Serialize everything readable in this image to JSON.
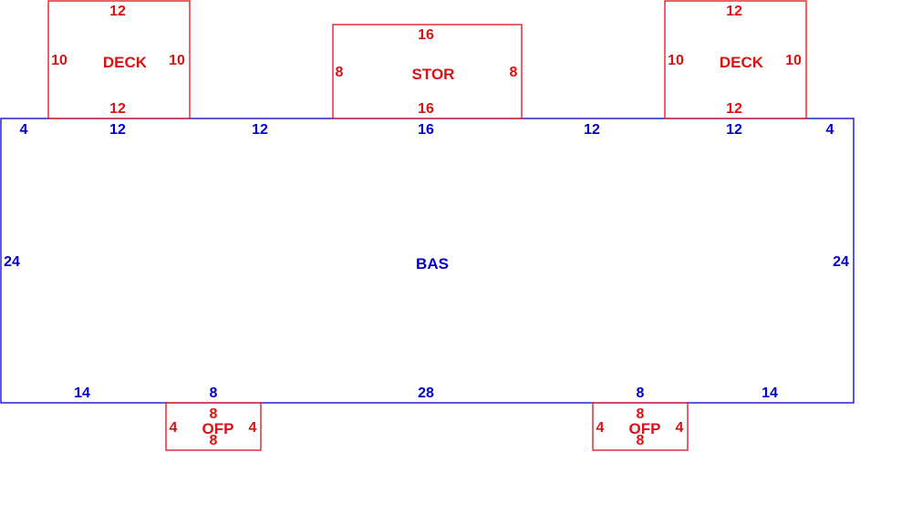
{
  "colors": {
    "main": "#0000cc",
    "addition": "#dd1111",
    "background": "#ffffff"
  },
  "areas": {
    "bas": {
      "label": "BAS",
      "dims": {
        "top_segments": [
          "4",
          "12",
          "12",
          "16",
          "12",
          "12",
          "4"
        ],
        "left": "24",
        "right": "24",
        "bottom_segments": [
          "14",
          "8",
          "28",
          "8",
          "14"
        ]
      }
    },
    "deck_left": {
      "label": "DECK",
      "dims": {
        "top": "12",
        "bottom": "12",
        "left": "10",
        "right": "10"
      }
    },
    "stor": {
      "label": "STOR",
      "dims": {
        "top": "16",
        "bottom": "16",
        "left": "8",
        "right": "8"
      }
    },
    "deck_right": {
      "label": "DECK",
      "dims": {
        "top": "12",
        "bottom": "12",
        "left": "10",
        "right": "10"
      }
    },
    "ofp_left": {
      "label": "OFP",
      "dims": {
        "top": "8",
        "bottom": "8",
        "left": "4",
        "right": "4"
      }
    },
    "ofp_right": {
      "label": "OFP",
      "dims": {
        "top": "8",
        "bottom": "8",
        "left": "4",
        "right": "4"
      }
    }
  }
}
